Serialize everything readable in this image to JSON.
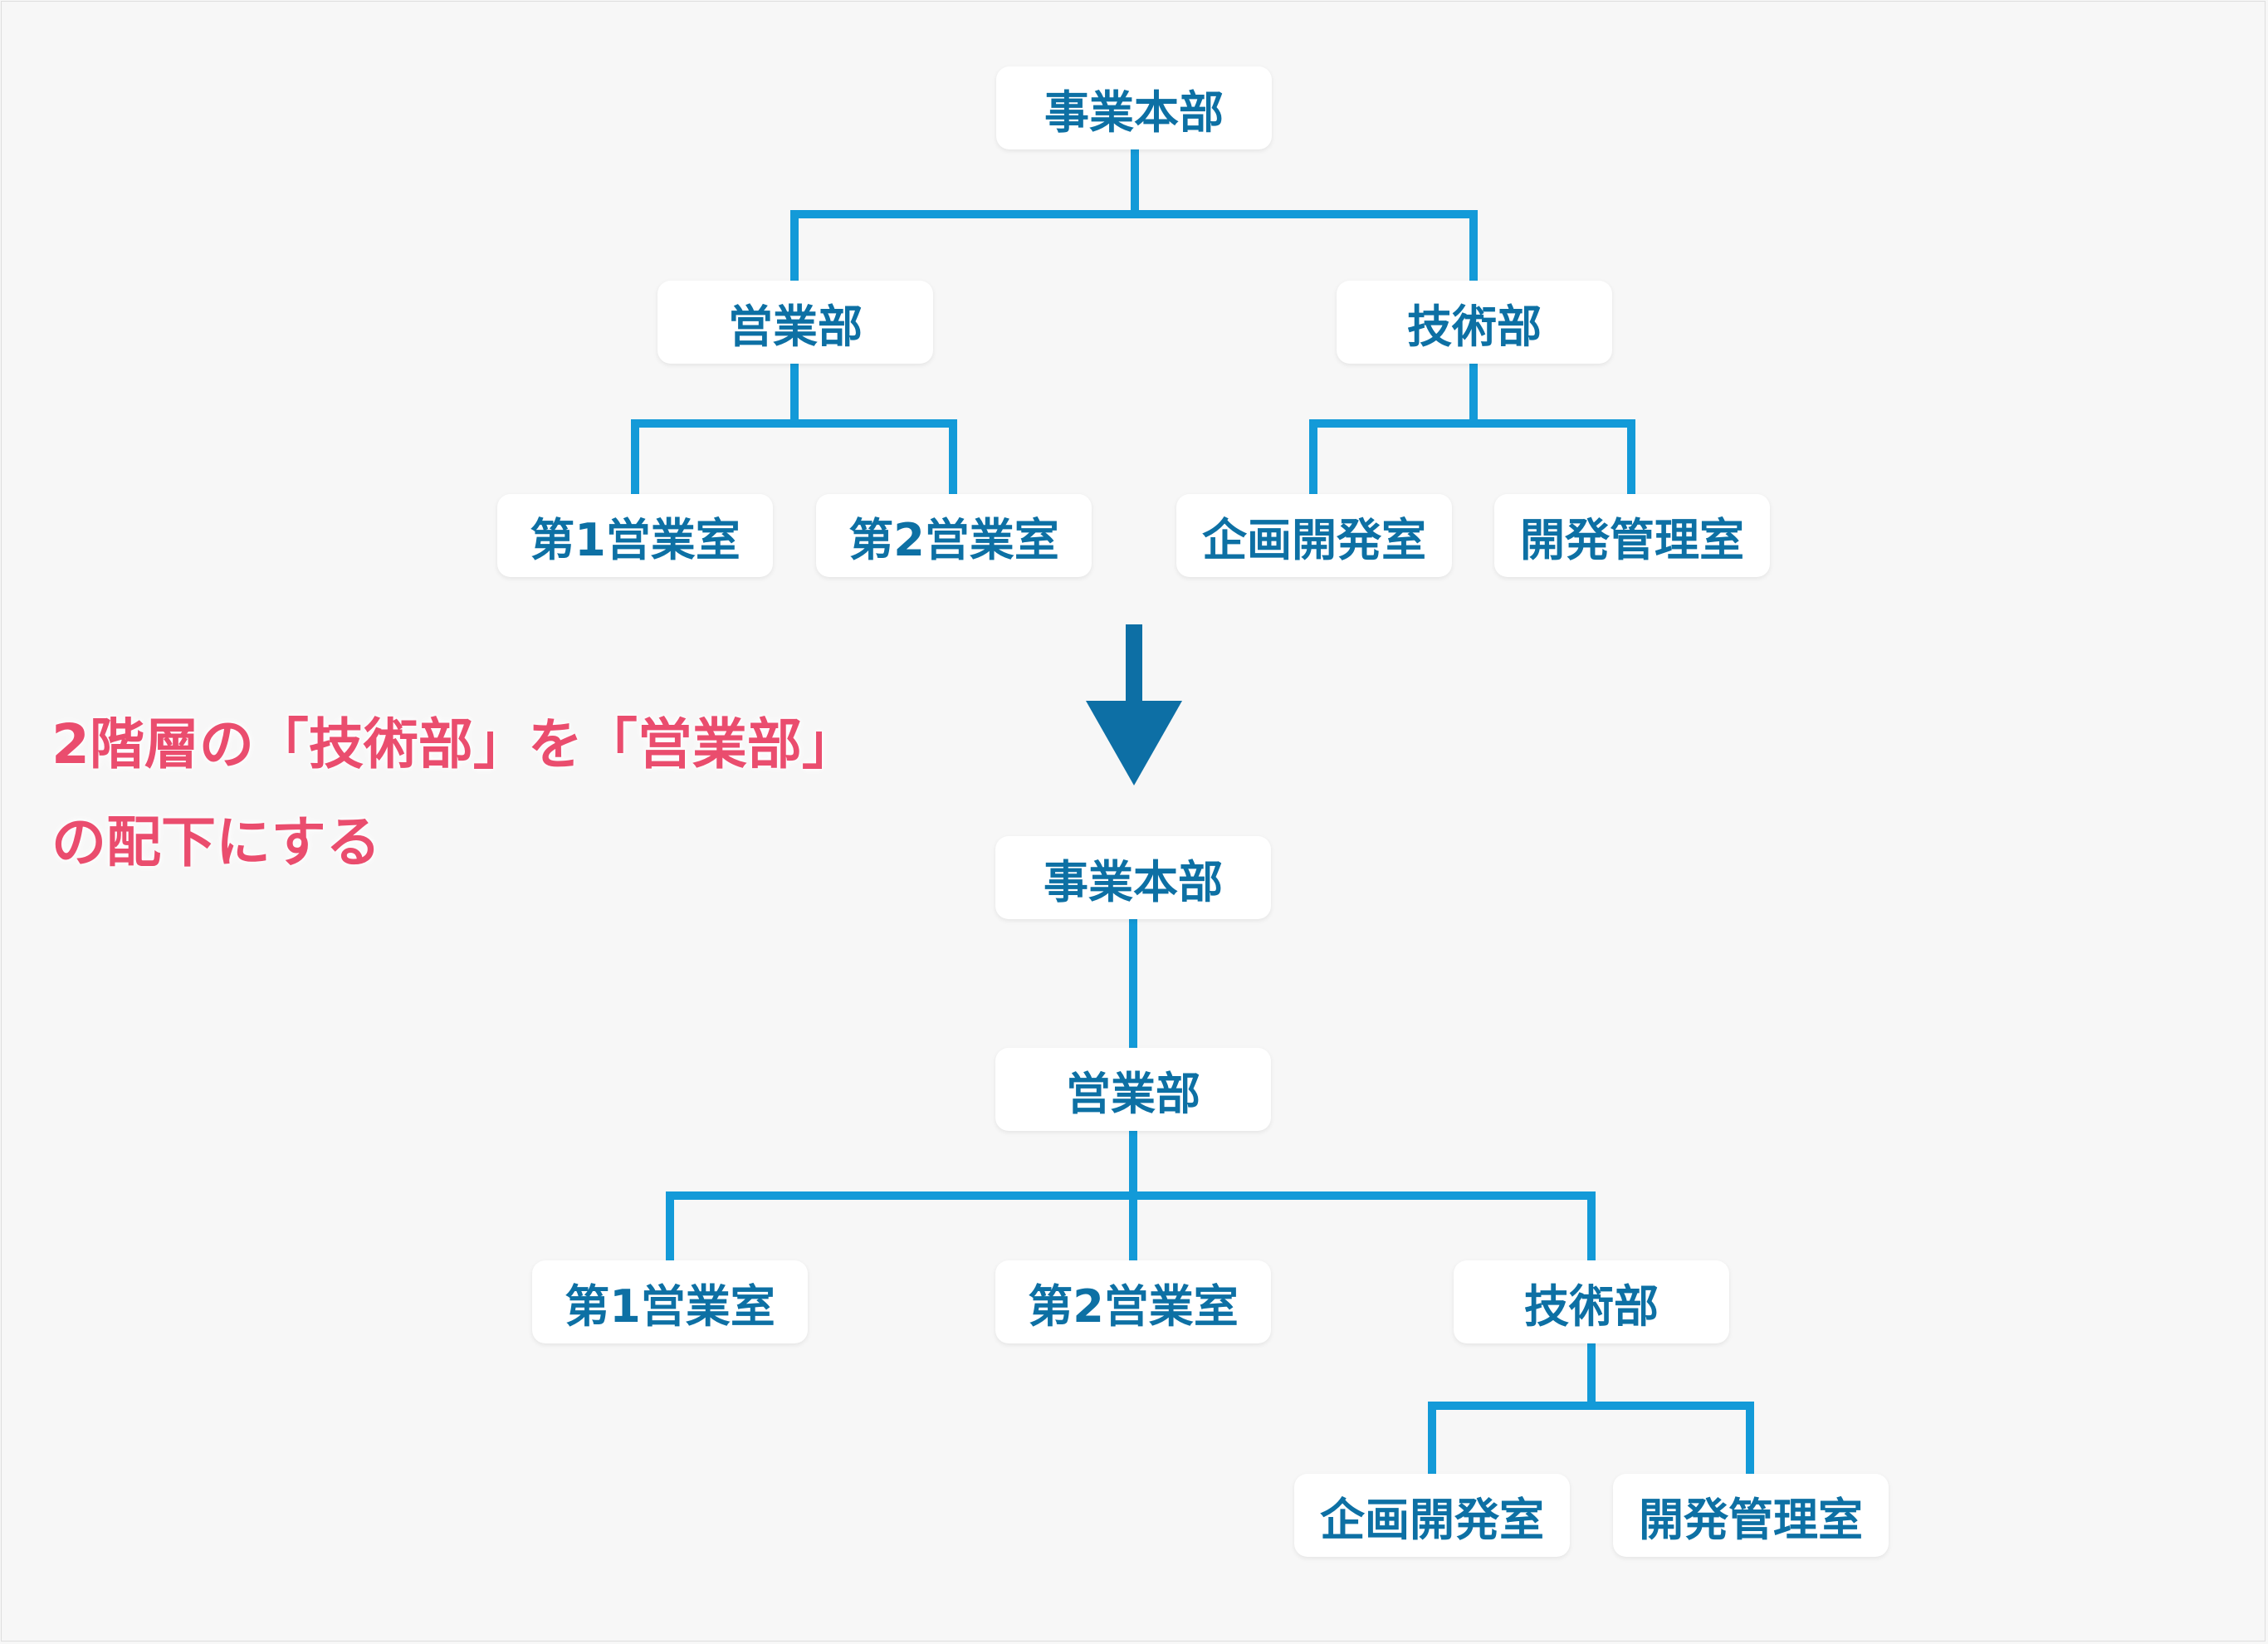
{
  "before_tree": {
    "root": "事業本部",
    "sales_dept": "営業部",
    "tech_dept": "技術部",
    "sales_room_1": "第1営業室",
    "sales_room_2": "第2営業室",
    "planning_room": "企画開発室",
    "dev_mgmt_room": "開発管理室"
  },
  "caption": {
    "line1": "2階層の「技術部」を「営業部」",
    "line2": "の配下にする"
  },
  "after_tree": {
    "root": "事業本部",
    "sales_dept": "営業部",
    "sales_room_1": "第1営業室",
    "sales_room_2": "第2営業室",
    "tech_dept": "技術部",
    "planning_room": "企画開発室",
    "dev_mgmt_room": "開発管理室"
  },
  "colors": {
    "connector": "#139ad8",
    "arrow": "#0d6fa5",
    "node_text": "#0d70a4",
    "caption_text": "#ea4d6e"
  }
}
